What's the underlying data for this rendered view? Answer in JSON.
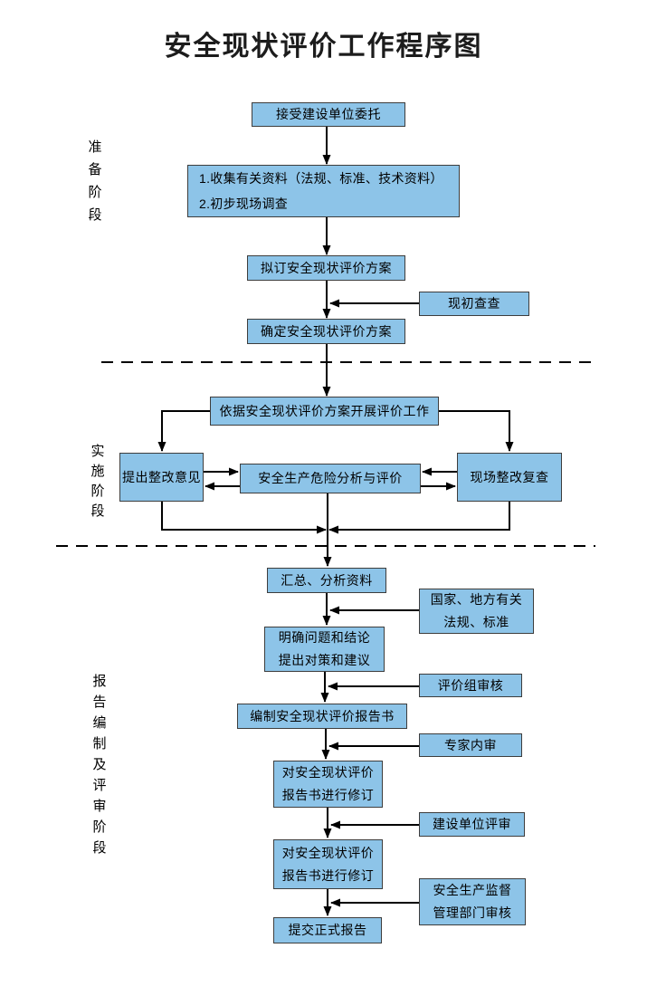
{
  "title": "安全现状评价工作程序图",
  "phases": {
    "prep": "准备阶段",
    "impl": "实施阶段",
    "report": "报告编制及评审阶段"
  },
  "nodes": {
    "accept": "接受建设单位委托",
    "collect": "1.收集有关资料（法规、标准、技术资料）\n2.初步现场调查",
    "draft_plan": "拟订安全现状评价方案",
    "initial_review": "现初查查",
    "confirm_plan": "确定安全现状评价方案",
    "carry_out": "依据安全现状评价方案开展评价工作",
    "suggest": "提出整改意见",
    "analysis": "安全生产危险分析与评价",
    "site_recheck": "现场整改复查",
    "summarize": "汇总、分析资料",
    "laws": "国家、地方有关\n法规、标准",
    "clarify": "明确问题和结论\n提出对策和建议",
    "group_review": "评价组审核",
    "compile": "编制安全现状评价报告书",
    "expert_review": "专家内审",
    "revise1": "对安全现状评价\n报告书进行修订",
    "client_review": "建设单位评审",
    "authority_review": "安全生产监督\n管理部门审核",
    "revise2": "对安全现状评价\n报告书进行修订",
    "submit": "提交正式报告"
  },
  "colors": {
    "node_fill": "#8DC4E8",
    "node_border": "#3d3d3d",
    "line": "#000000",
    "background": "#ffffff"
  }
}
